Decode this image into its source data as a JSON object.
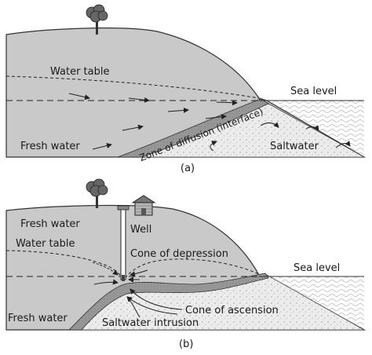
{
  "panel_a": {
    "caption": "(a)",
    "labels": {
      "water_table": "Water table",
      "sea_level": "Sea level",
      "fresh_water": "Fresh water",
      "zone_of_diffusion": "Zone of diffusion (interface)",
      "saltwater": "Saltwater"
    }
  },
  "panel_b": {
    "caption": "(b)",
    "labels": {
      "fresh_water_top": "Fresh water",
      "well": "Well",
      "water_table": "Water table",
      "cone_of_depression": "Cone of depression",
      "sea_level": "Sea level",
      "cone_of_ascension": "Cone of ascension",
      "fresh_water_bottom": "Fresh water",
      "saltwater_intrusion": "Saltwater intrusion"
    }
  },
  "colors": {
    "land_gray": "#c9c9c9",
    "sand": "#e6e6e6",
    "interface": "#8d8d8d",
    "outline": "#333333"
  }
}
